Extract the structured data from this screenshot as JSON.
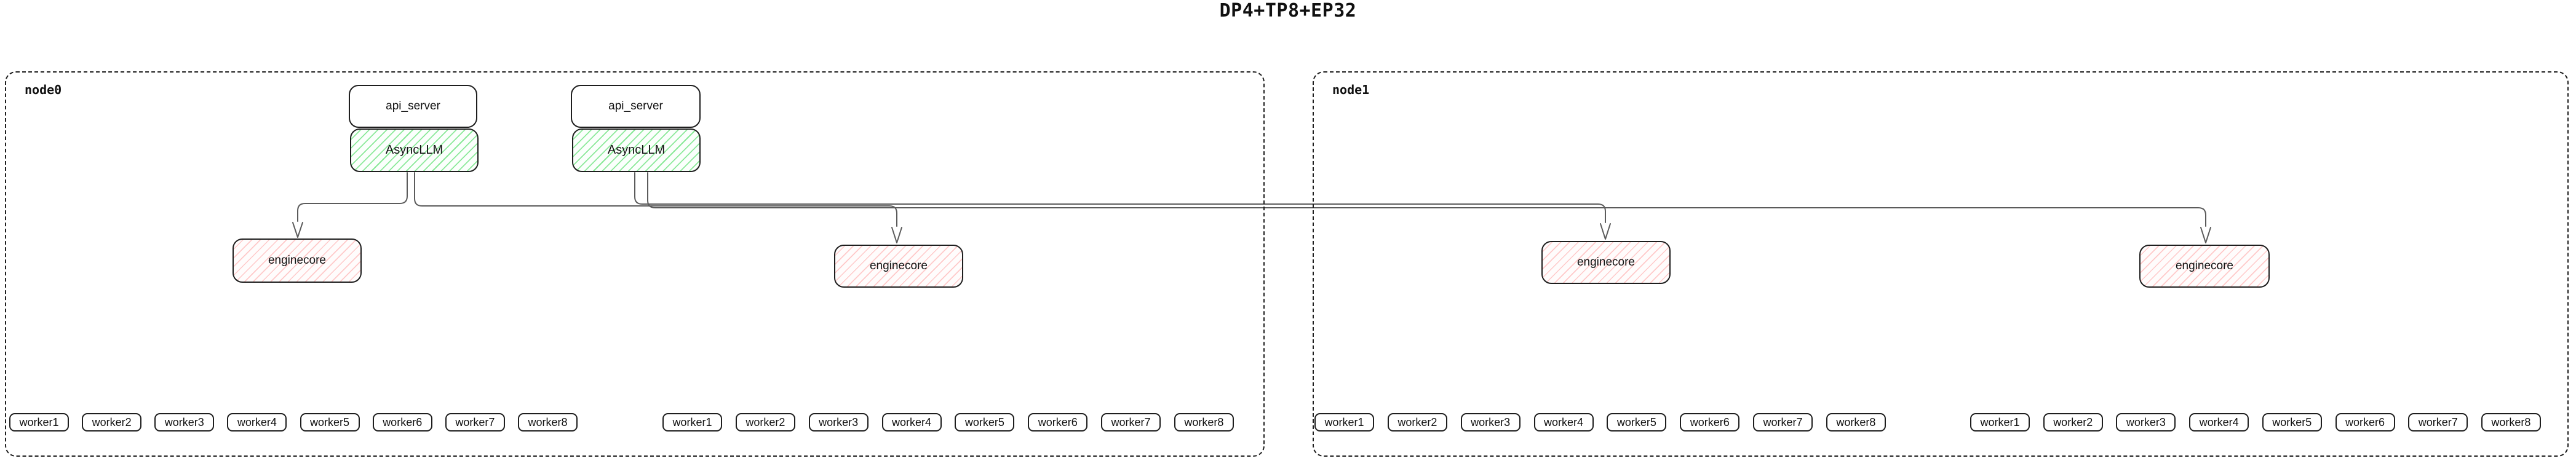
{
  "title": "DP4+TP8+EP32",
  "nodes": [
    {
      "label": "node0"
    },
    {
      "label": "node1"
    }
  ],
  "servers": [
    {
      "api_label": "api_server",
      "llm_label": "AsyncLLM"
    },
    {
      "api_label": "api_server",
      "llm_label": "AsyncLLM"
    }
  ],
  "enginecores": [
    {
      "label": "enginecore"
    },
    {
      "label": "enginecore"
    },
    {
      "label": "enginecore"
    },
    {
      "label": "enginecore"
    }
  ],
  "worker_groups": [
    {
      "workers": [
        "worker1",
        "worker2",
        "worker3",
        "worker4",
        "worker5",
        "worker6",
        "worker7",
        "worker8"
      ]
    },
    {
      "workers": [
        "worker1",
        "worker2",
        "worker3",
        "worker4",
        "worker5",
        "worker6",
        "worker7",
        "worker8"
      ]
    },
    {
      "workers": [
        "worker1",
        "worker2",
        "worker3",
        "worker4",
        "worker5",
        "worker6",
        "worker7",
        "worker8"
      ]
    },
    {
      "workers": [
        "worker1",
        "worker2",
        "worker3",
        "worker4",
        "worker5",
        "worker6",
        "worker7",
        "worker8"
      ]
    }
  ],
  "colors": {
    "border": "#1e1e1e",
    "connector": "#5b5b5b",
    "green_hatch": "#8ce99a",
    "red_hatch": "#ffc9c9"
  }
}
